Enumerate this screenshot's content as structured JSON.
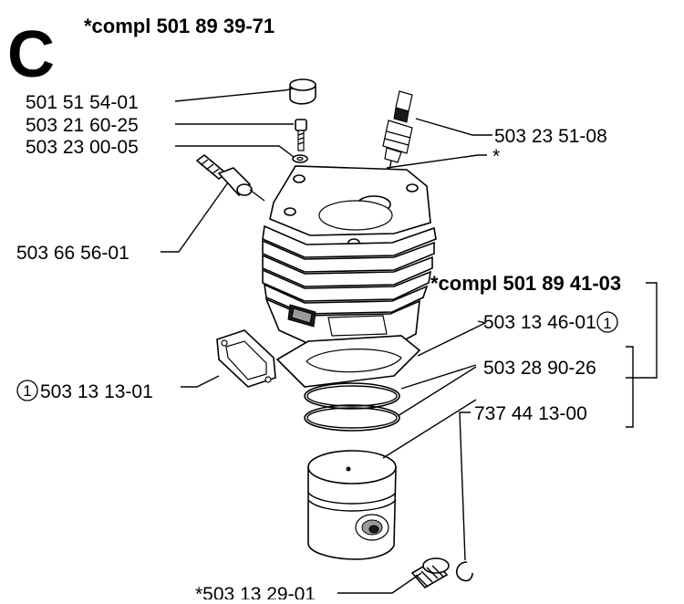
{
  "section_letter": "C",
  "kit_top": "*compl 501 89 39-71",
  "kit_cylinder": "*compl 501 89 41-03",
  "labels": {
    "plug_cap": "501 51 54-01",
    "screw": "503 21 60-25",
    "washer": "503 23 00-05",
    "decomp_valve": "503 66 56-01",
    "spark_plug": "503 23 51-08",
    "cylinder_star": "*",
    "gasket_top": "503 13 46-01",
    "gasket_left": "503 13 13-01",
    "rings": "503 28 90-26",
    "piston_pin_clip": "737 44 13-00",
    "needle_bearing": "*503 13 29-01"
  },
  "ref_marker": "1"
}
